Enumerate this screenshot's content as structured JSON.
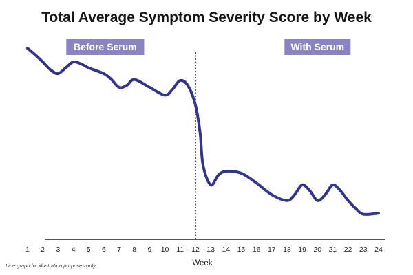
{
  "chart_data": {
    "type": "line",
    "title": "Total Average Symptom Severity Score by Week",
    "xlabel": "Week",
    "ylabel": "",
    "footnote": "Line graph for illustration purposes only",
    "x_ticks": [
      "1",
      "2",
      "3",
      "4",
      "5",
      "6",
      "7",
      "8",
      "9",
      "10",
      "11",
      "12",
      "13",
      "14",
      "15",
      "16",
      "17",
      "18",
      "19",
      "20",
      "21",
      "22",
      "23",
      "24"
    ],
    "xlim": [
      1,
      24
    ],
    "ylim": [
      0,
      100
    ],
    "y_axis_ticks_shown": false,
    "grid": false,
    "legend": "none",
    "series": [
      {
        "color": "#33348f",
        "points": [
          [
            1,
            95
          ],
          [
            1.6,
            91
          ],
          [
            2,
            88
          ],
          [
            2.5,
            84
          ],
          [
            3,
            82
          ],
          [
            3.5,
            85
          ],
          [
            4,
            88
          ],
          [
            4.5,
            87
          ],
          [
            5,
            85
          ],
          [
            6,
            82
          ],
          [
            6.5,
            79
          ],
          [
            7,
            75
          ],
          [
            7.5,
            76
          ],
          [
            8,
            79
          ],
          [
            9,
            75
          ],
          [
            10,
            71
          ],
          [
            10.5,
            74
          ],
          [
            11,
            78.5
          ],
          [
            11.5,
            76
          ],
          [
            12,
            66
          ],
          [
            12.3,
            52
          ],
          [
            12.5,
            35
          ],
          [
            13,
            25
          ],
          [
            13.5,
            30
          ],
          [
            14,
            32
          ],
          [
            15,
            31
          ],
          [
            16,
            26
          ],
          [
            17,
            20
          ],
          [
            18,
            17
          ],
          [
            18.5,
            20
          ],
          [
            19,
            25
          ],
          [
            19.5,
            22
          ],
          [
            20,
            17
          ],
          [
            20.5,
            20
          ],
          [
            21,
            25
          ],
          [
            21.5,
            22
          ],
          [
            22,
            17
          ],
          [
            22.5,
            13
          ],
          [
            23,
            10
          ],
          [
            24,
            10.5
          ]
        ]
      }
    ],
    "annotations": {
      "divider_week": 12,
      "phases": [
        {
          "label": "Before Serum",
          "center_week": 6
        },
        {
          "label": "With Serum",
          "center_week": 20
        }
      ],
      "phase_box_color": "#8a84c4"
    },
    "axis_color": "#1a1a1a"
  }
}
